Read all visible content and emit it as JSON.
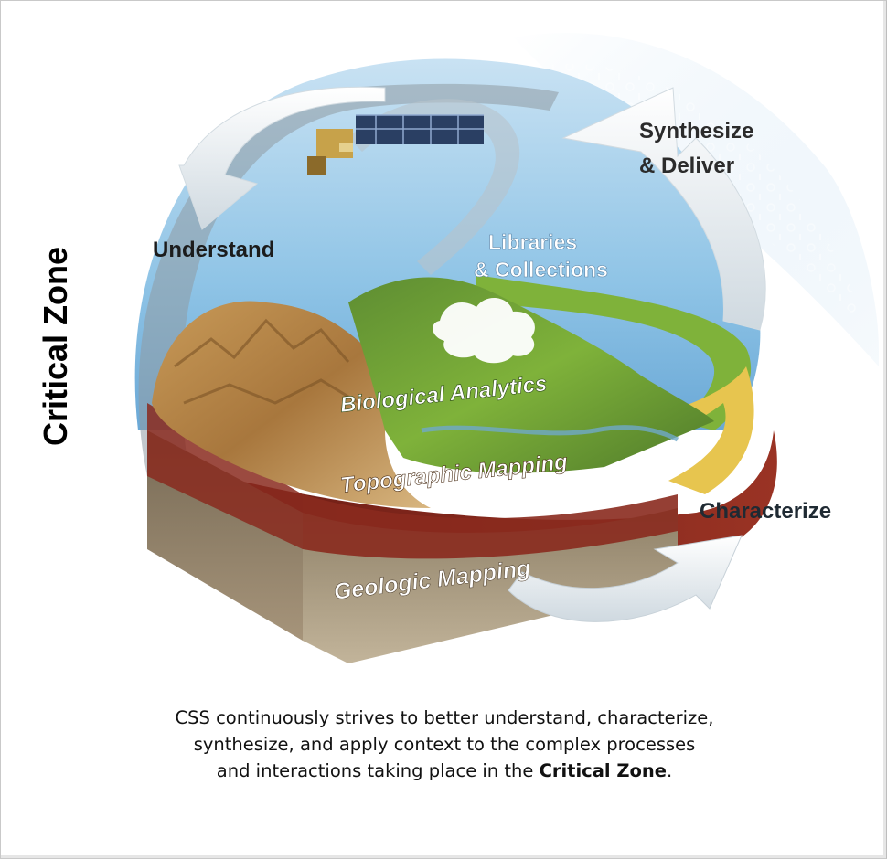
{
  "side_title": "Critical Zone",
  "labels": {
    "understand": "Understand",
    "synthesize_line1": "Synthesize",
    "synthesize_line2": "& Deliver",
    "libraries_line1": "Libraries",
    "libraries_line2": "& Collections",
    "biological": "Biological Analytics",
    "topographic": "Topographic Mapping",
    "geologic": "Geologic Mapping",
    "characterize": "Characterize"
  },
  "caption": {
    "line1": "CSS continuously strives to better understand, characterize,",
    "line2": "synthesize, and apply context to the complex processes",
    "line3_prefix": "and interactions taking place in the ",
    "line3_bold": "Critical Zone",
    "line3_suffix": "."
  },
  "colors": {
    "sky_blue": "#8fc4e6",
    "vegetation_green": "#7fb23a",
    "soil_yellow": "#e7c54f",
    "rock_red": "#8a2a1e",
    "bedrock_tan": "#a6947a",
    "arrow_white": "#f3f6f8"
  }
}
